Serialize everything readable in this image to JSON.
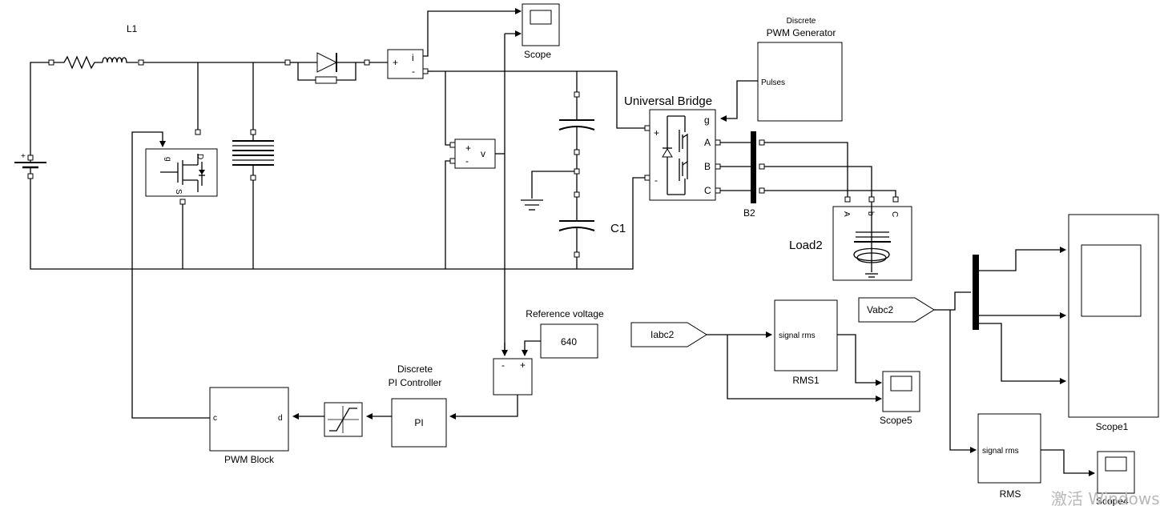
{
  "labels": {
    "inductor": "L1",
    "scope": "Scope",
    "pwm_gen": "Discrete\nPWM Generator",
    "pulses": "Pulses",
    "universal_bridge": "Universal Bridge",
    "bridge_ports": [
      "g",
      "A",
      "B",
      "C"
    ],
    "b2": "B2",
    "load2": "Load2",
    "c1": "C1",
    "ref_voltage": "Reference voltage",
    "ref_value": "640",
    "pi_controller": "Discrete\nPI Controller",
    "pi": "PI",
    "pwm_block": "PWM Block",
    "pwm_c": "c",
    "pwm_d": "d",
    "iabc2": "Iabc2",
    "vabc2": "Vabc2",
    "signal_rms": "signal rms",
    "rms1": "RMS1",
    "rms": "RMS",
    "scope5": "Scope5",
    "scope1": "Scope1",
    "scope4": "Scope4",
    "load_abc": [
      "A",
      "b",
      "C"
    ],
    "meas_i": "i",
    "meas_v": "v",
    "plus": "+",
    "minus": "-",
    "mosfet_g": "g",
    "mosfet_s": "S",
    "mosfet_d": "D",
    "watermark": "激活 Windows"
  }
}
